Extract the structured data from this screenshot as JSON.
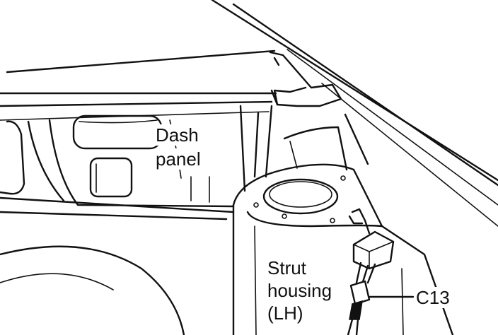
{
  "figure": {
    "subject": "engine-bay-strut-housing-connector-location",
    "line_color": "#111111",
    "background_color": "#ffffff"
  },
  "labels": {
    "dash_panel": [
      "Dash",
      "panel"
    ],
    "strut_housing": [
      "Strut",
      "housing",
      "(LH)"
    ],
    "connector": "C13"
  }
}
